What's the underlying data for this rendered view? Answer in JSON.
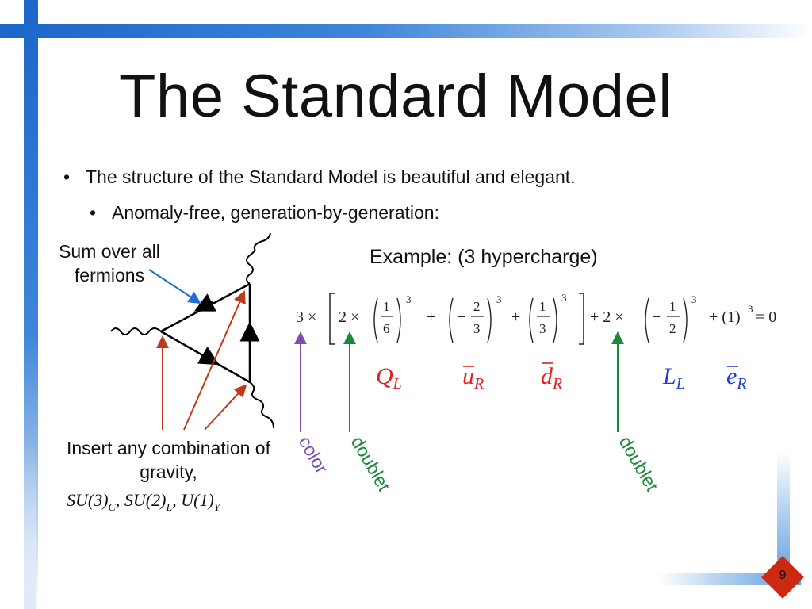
{
  "slide": {
    "title": "The Standard Model",
    "bullets": [
      "The structure of the Standard Model is beautiful and elegant.",
      "Anomaly-free, generation-by-generation:"
    ],
    "bullet_glyph": "•",
    "page_number": "9"
  },
  "diagram": {
    "sum_label_line1": "Sum over all",
    "sum_label_line2": "fermions",
    "insert_label_line1": "Insert any combination of",
    "insert_label_line2": "gravity,",
    "insert_label_math": "SU(3)_C, SU(2)_L, U(1)_Y",
    "colors": {
      "arrow_blue": "#1f6fd1",
      "arrow_red": "#c0391b"
    }
  },
  "example": {
    "heading": "Example: (3 hypercharge)",
    "equation": "3 × [2 × (1/6)^3 + (−2/3)^3 + (1/3)^3] + 2 × (−1/2)^3 + (1)^3 = 0",
    "fields": [
      {
        "name": "Q_L",
        "color": "#e02020"
      },
      {
        "name": "ū_R",
        "color": "#e02020"
      },
      {
        "name": "d̄_R",
        "color": "#e02020"
      },
      {
        "name": "L_L",
        "color": "#1f3fd8"
      },
      {
        "name": "ē_R",
        "color": "#1f3fd8"
      }
    ],
    "annotations": [
      {
        "text": "color",
        "color": "#7a4fb0"
      },
      {
        "text": "doublet",
        "color": "#1a8a3a"
      },
      {
        "text": "doublet",
        "color": "#1a8a3a"
      }
    ]
  }
}
